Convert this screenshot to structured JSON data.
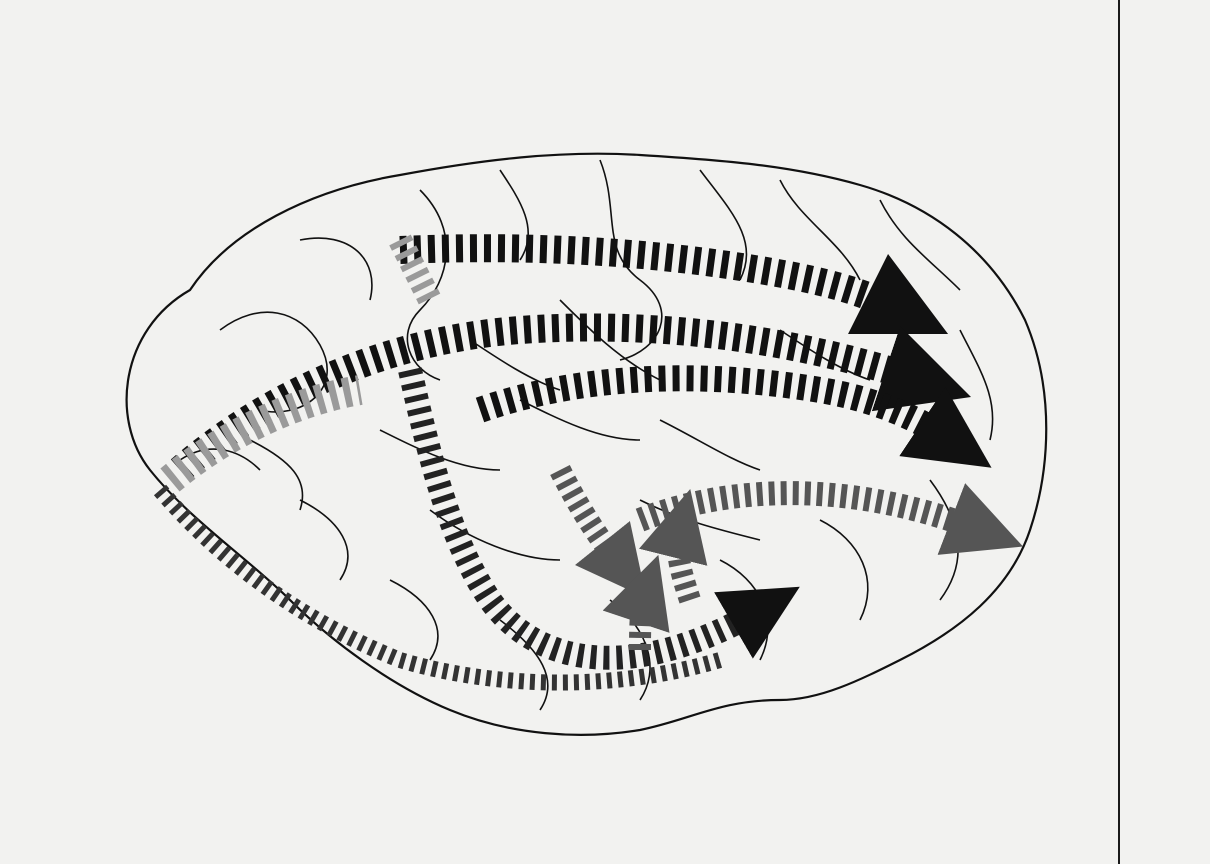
{
  "figure": {
    "kind": "brain-lateral-view",
    "colors": {
      "background": "#f2f2f0",
      "outline": "#111111",
      "arrow_dark": "#111111",
      "arrow_mid": "#555555",
      "arrow_light": "#9a9a9a"
    },
    "arrows": [
      {
        "id": "superior-longitudinal",
        "shade": "dark"
      },
      {
        "id": "arcuate-upper",
        "shade": "dark"
      },
      {
        "id": "arcuate-middle",
        "shade": "dark"
      },
      {
        "id": "inferior-fronto-occipital",
        "shade": "mid"
      },
      {
        "id": "inferior-longitudinal",
        "shade": "dark"
      },
      {
        "id": "ventral-loop",
        "shade": "mid"
      },
      {
        "id": "short-ventral-1",
        "shade": "mid"
      },
      {
        "id": "short-ventral-2",
        "shade": "mid"
      },
      {
        "id": "short-ventral-3",
        "shade": "mid"
      }
    ]
  }
}
